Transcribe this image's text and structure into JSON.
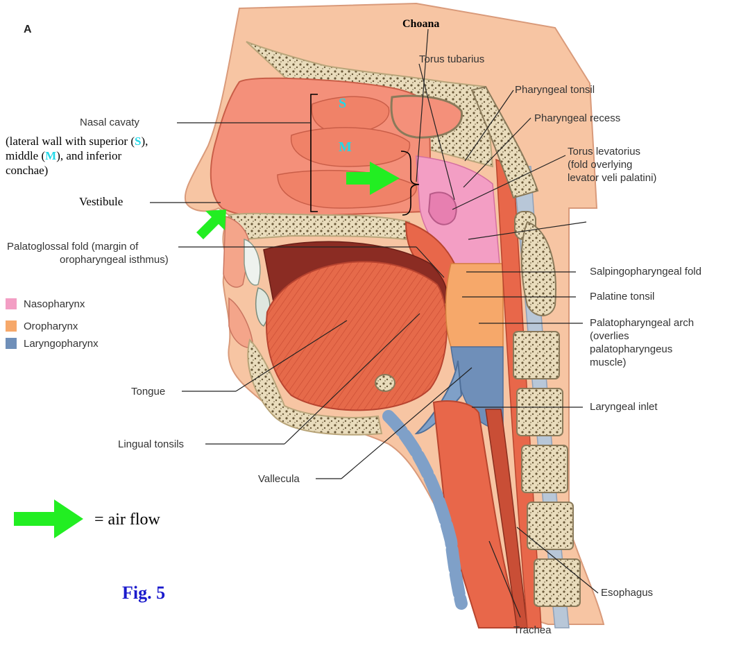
{
  "panel_letter": "A",
  "choana": "Choana",
  "left": {
    "nasal_cavity": "Nasal cavaty",
    "nasal_note_1": "(lateral wall with superior (",
    "nasal_note_s": "S",
    "nasal_note_2": "),",
    "nasal_note_3": "middle (",
    "nasal_note_m": "M",
    "nasal_note_4": "), and inferior",
    "nasal_note_5": "conchae)",
    "vestibule": "Vestibule",
    "palatoglossal_1": "Palatoglossal fold (margin of",
    "palatoglossal_2": "oropharyngeal isthmus)",
    "tongue": "Tongue",
    "lingual_tonsils": "Lingual tonsils",
    "vallecula": "Vallecula"
  },
  "legend": [
    {
      "label": "Nasopharynx",
      "color": "#f39ec4"
    },
    {
      "label": "Oropharynx",
      "color": "#f6a86a"
    },
    {
      "label": "Laryngopharynx",
      "color": "#6f8fb9"
    }
  ],
  "air_flow": "= air flow",
  "figure_caption": "Fig. 5",
  "concha_s": "S",
  "concha_m": "M",
  "right": {
    "torus_tubarius": "Torus tubarius",
    "pharyngeal_tonsil": "Pharyngeal tonsil",
    "pharyngeal_recess": "Pharyngeal recess",
    "torus_levatorius_1": "Torus levatorius",
    "torus_levatorius_2": "(fold overlying",
    "torus_levatorius_3": "levator veli palatini)",
    "salpingopharyngeal": "Salpingopharyngeal fold",
    "palatine_tonsil": "Palatine tonsil",
    "palatopharyngeal_1": "Palatopharyngeal arch",
    "palatopharyngeal_2": "(overlies",
    "palatopharyngeal_3": "palatopharyngeus",
    "palatopharyngeal_4": "muscle)",
    "laryngeal_inlet": "Laryngeal inlet",
    "esophagus": "Esophagus",
    "trachea": "Trachea"
  },
  "colors": {
    "arrow": "#22ee22",
    "concha_letter": "#22d8e8",
    "caption": "#1a1acc",
    "muscle": "#e8674a",
    "mucosa": "#f4907a",
    "skin": "#f7c5a3",
    "bone": "#ece2c6"
  },
  "icons": [
    "air-flow-arrow-icon",
    "nostril-arrow-icon",
    "nasal-airflow-arrow-icon"
  ]
}
